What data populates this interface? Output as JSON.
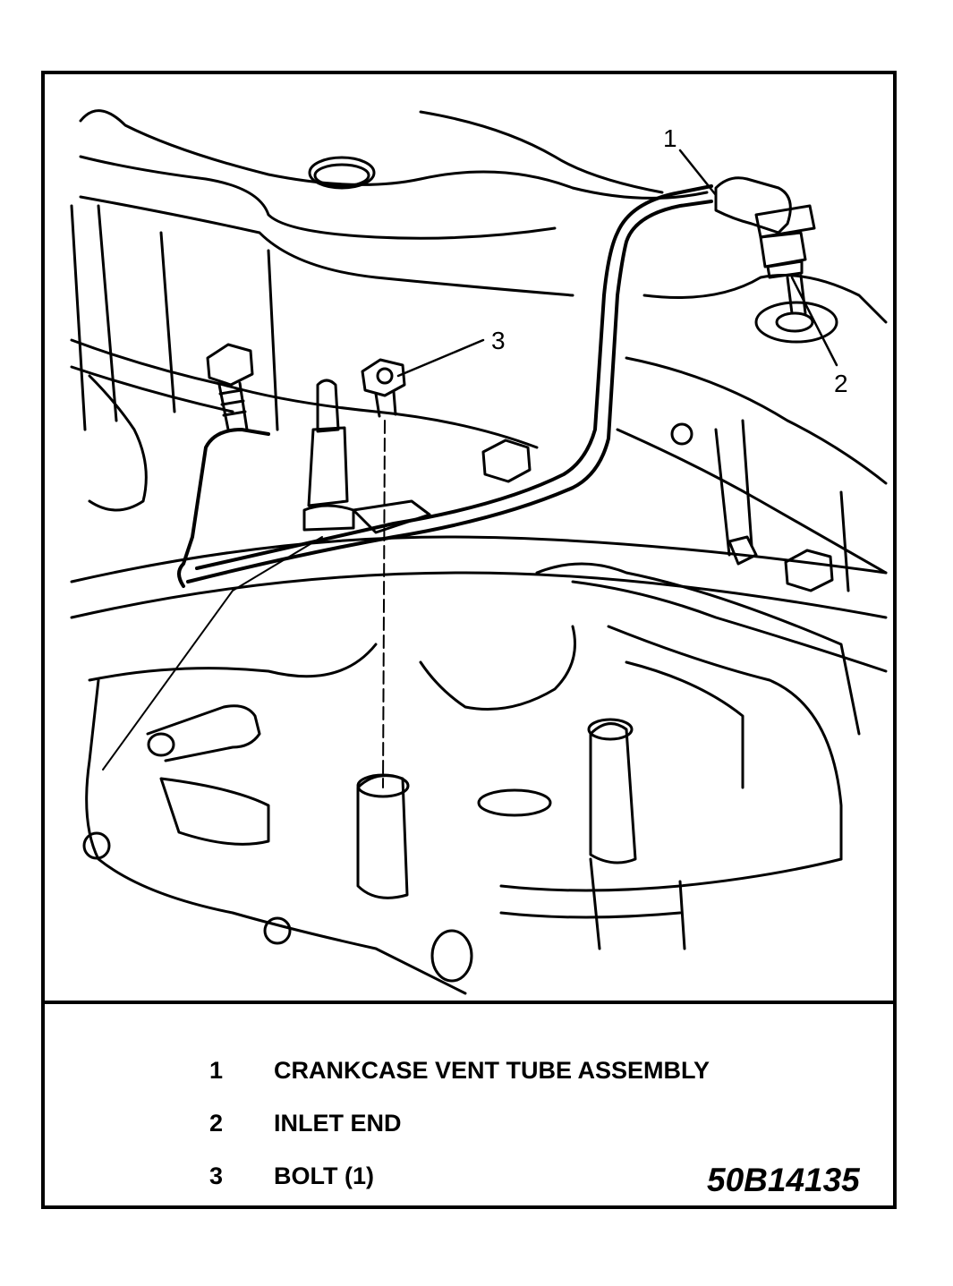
{
  "callouts": [
    {
      "number": "1"
    },
    {
      "number": "2"
    },
    {
      "number": "3"
    }
  ],
  "legend": [
    {
      "number": "1",
      "label": "CRANKCASE VENT TUBE ASSEMBLY"
    },
    {
      "number": "2",
      "label": "INLET END"
    },
    {
      "number": "3",
      "label": "BOLT (1)"
    }
  ],
  "figure_id": "50B14135"
}
